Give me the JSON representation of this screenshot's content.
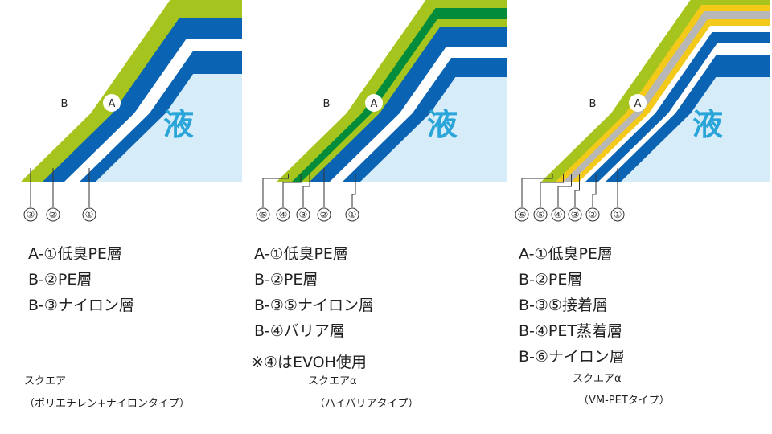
{
  "colors": {
    "liquid": "#d6ecf8",
    "liquid_text": "#2aa5d9",
    "inner_pe": "#0b64b3",
    "lime": "#a5c51e",
    "green": "#008c3a",
    "yellow": "#f3c91a",
    "gray": "#b7b7b7",
    "white": "#ffffff",
    "leader": "#333333"
  },
  "panels": [
    {
      "id": "square",
      "liquid_label": "液",
      "badge_a": "A",
      "badge_b": "B",
      "bottom_markers": [
        "③",
        "②",
        "①"
      ],
      "legend": [
        "A-①低臭PE層",
        "B-②PE層",
        "B-③ナイロン層"
      ],
      "note": "",
      "caption_title": "スクエア",
      "caption_sub": "（ポリエチレン+ナイロンタイプ）"
    },
    {
      "id": "square-alpha-high-barrier",
      "liquid_label": "液",
      "badge_a": "A",
      "badge_b": "B",
      "bottom_markers": [
        "⑤",
        "④",
        "③",
        "②",
        "①"
      ],
      "legend": [
        "A-①低臭PE層",
        "B-②PE層",
        "B-③⑤ナイロン層",
        "B-④バリア層"
      ],
      "note": "※④はEVOH使用",
      "caption_title": "スクエアα",
      "caption_sub": "（ハイバリアタイプ）"
    },
    {
      "id": "square-alpha-vm-pet",
      "liquid_label": "液",
      "badge_a": "A",
      "badge_b": "B",
      "bottom_markers": [
        "⑥",
        "⑤",
        "④",
        "③",
        "②",
        "①"
      ],
      "legend": [
        "A-①低臭PE層",
        "B-②PE層",
        "B-③⑤接着層",
        "B-④PET蒸着層",
        "B-⑥ナイロン層"
      ],
      "note": "",
      "caption_title": "スクエアα",
      "caption_sub": "（VM-PETタイプ）"
    }
  ]
}
